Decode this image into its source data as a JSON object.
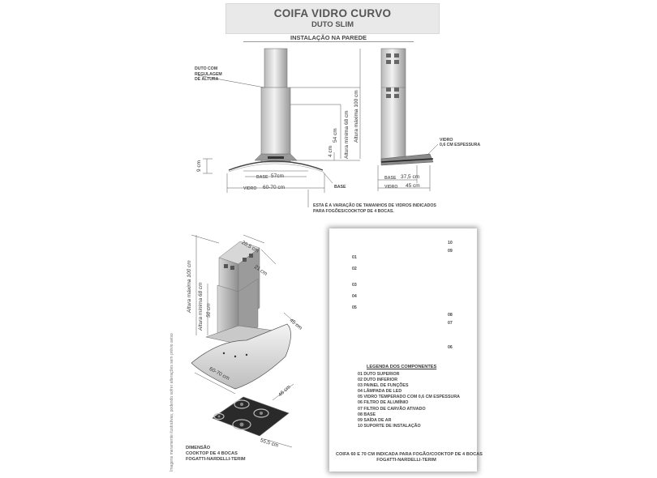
{
  "header": {
    "title": "COIFA VIDRO CURVO",
    "subtitle": "DUTO SLIM",
    "section": "INSTALAÇÃO NA PAREDE"
  },
  "front_view": {
    "duct_label": [
      "DUTO COM",
      "REGULAGEM",
      "DE ALTURA"
    ],
    "base_label": "BASE",
    "glass_label": "VIDRO",
    "base_dim": "57cm",
    "glass_dim": "60-70 cm",
    "base_height": "9 cm",
    "dim_4": "4 cm",
    "dim_54": "54 cm",
    "min_height": "Altura mínima 68 cm",
    "max_height": "Altura máxima 100 cm",
    "side_base_label": "BASE",
    "note": [
      "ESTA É A VARIAÇÃO DE TAMANHOS DE VIDROS INDICADOS",
      "PARA FOGÕES/COOKTOP DE 4 BOCAS."
    ]
  },
  "side_view": {
    "glass_label": [
      "VIDRO",
      "0,6 CM ESPESSURA"
    ],
    "base_label": "BASE",
    "base_dim": "37,5 cm",
    "glass_label_2": "VIDRO",
    "glass_dim": "45 cm"
  },
  "iso_view": {
    "dim_top_a": "20,5 cm",
    "dim_top_b": "21 cm",
    "max_height": "Altura máxima 100 cm",
    "min_height": "Altura mínima 68 cm",
    "dim_50": "50 cm",
    "dim_depth": "45 cm",
    "dim_width": "60-70 cm",
    "cooktop_depth": "46 cm",
    "cooktop_width": "55,5 cm",
    "caption": [
      "DIMENSÃO",
      "COOKTOP DE 4 BOCAS",
      "FOGATTI-NARDELLI-TERIM"
    ],
    "disclaimer": "Imagens meramente ilustrativas, podendo sofrer alterações sem prévio aviso"
  },
  "components": {
    "callouts": [
      "01",
      "02",
      "03",
      "04",
      "05",
      "06",
      "07",
      "08",
      "09",
      "10"
    ],
    "legend_title": "LEGENDA DOS COMPONENTES",
    "legend": [
      "01 DUTO SUPERIOR",
      "02 DUTO INFERIOR",
      "03 PAINEL DE FUNÇÕES",
      "04 LÂMPADA DE LED",
      "05 VIDRO TEMPERADO COM 0,6 CM ESPESSURA",
      "06 FILTRO DE ALUMÍNIO",
      "07 FILTRO DE CARVÃO ATIVADO",
      "08 BASE",
      "09 SAÍDA DE AR",
      "10 SUPORTE DE  INSTALAÇÃO"
    ],
    "caption": [
      "COIFA 60 E 70 CM INDICADA PARA FOGÃO/COOKTOP DE 4 BOCAS",
      "FOGATTI-NARDELLI-TERIM"
    ]
  }
}
